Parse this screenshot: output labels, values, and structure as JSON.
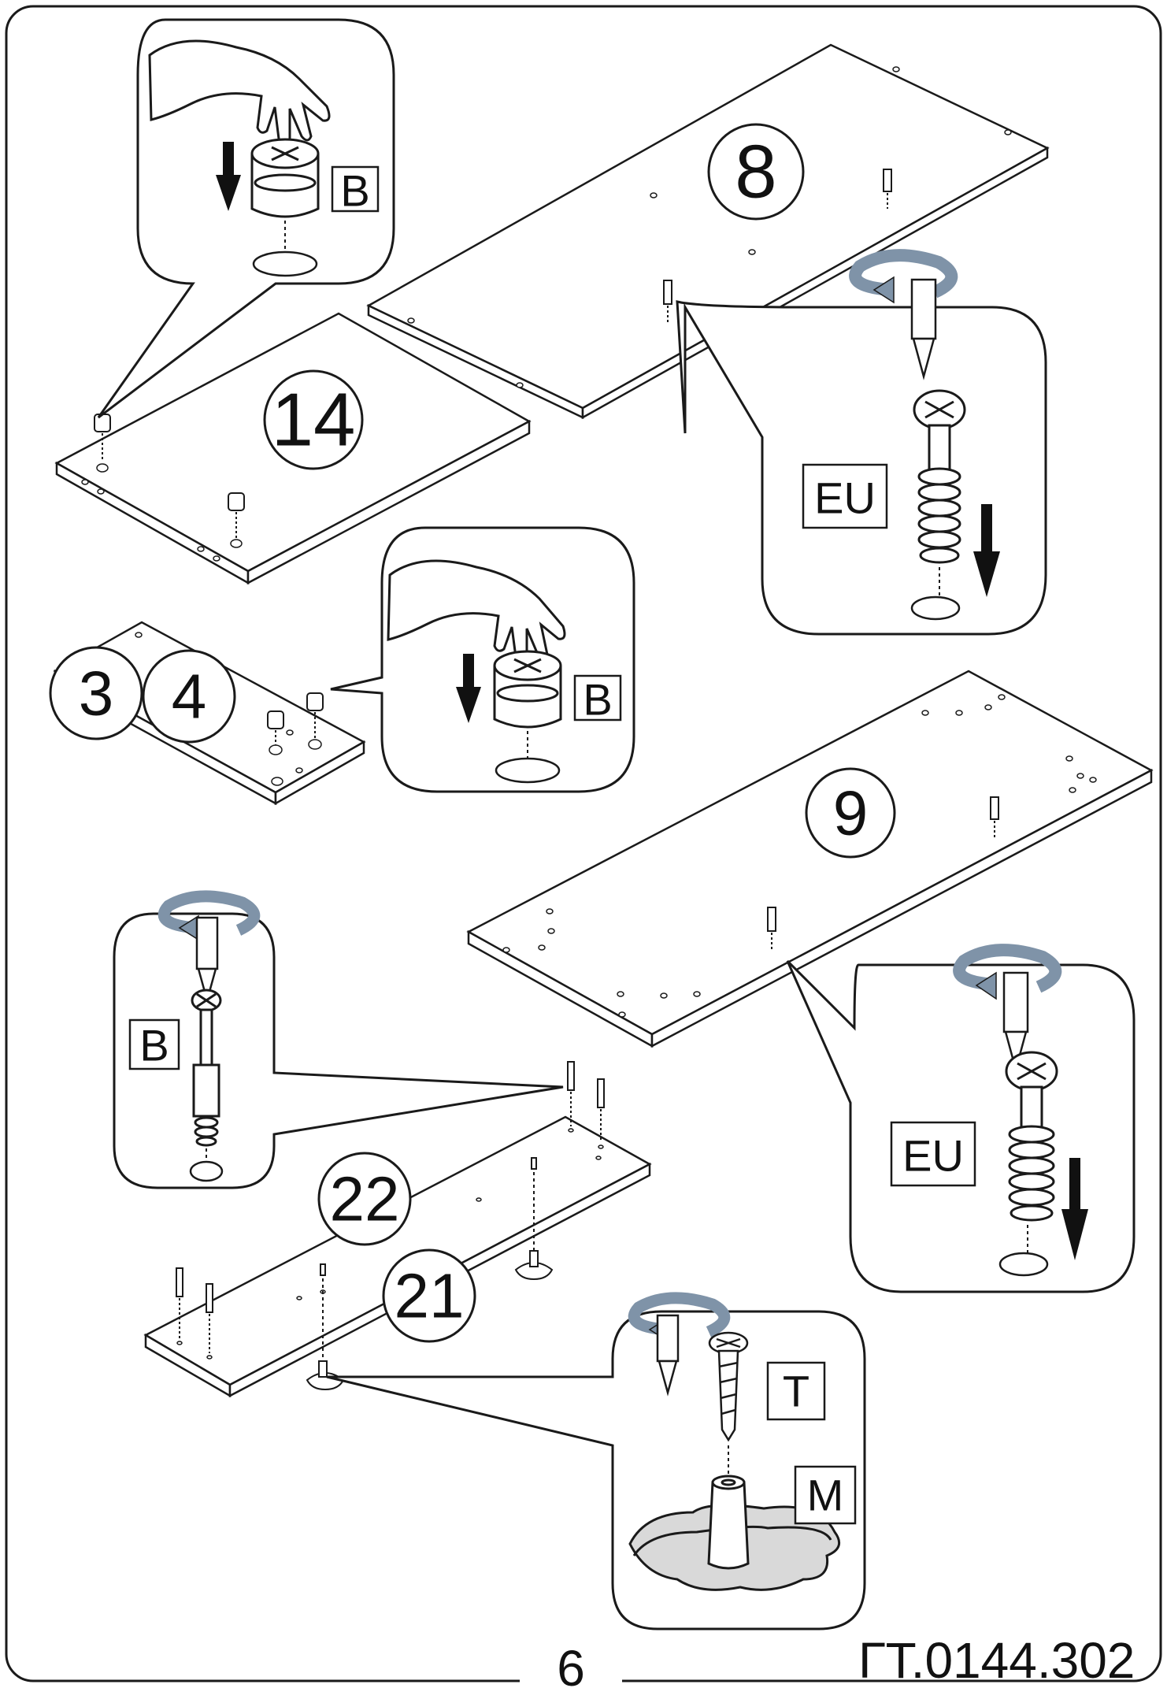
{
  "panels": {
    "p8": "8",
    "p14": "14",
    "p3": "3",
    "p4": "4",
    "p9": "9",
    "p22": "22",
    "p21": "21"
  },
  "fittings": {
    "cam_top": "B",
    "cam_mid": "B",
    "eu_top": "EU",
    "eu_bottom": "EU",
    "dowel": "B",
    "screw": "T",
    "foot": "M"
  },
  "footer": {
    "page_number": "6",
    "doc_code": "ГТ.0144.302"
  },
  "colors": {
    "line": "#1a1a1a",
    "rotate_arrow": "#7f93a8",
    "foot_fill": "#d9d9d9"
  },
  "icons": [
    "hand-icon",
    "down-arrow-icon",
    "rotate-arrow-icon",
    "screwdriver-bit-icon",
    "cam-lock-icon",
    "euro-screw-icon",
    "dowel-icon",
    "adjustable-foot-icon"
  ]
}
